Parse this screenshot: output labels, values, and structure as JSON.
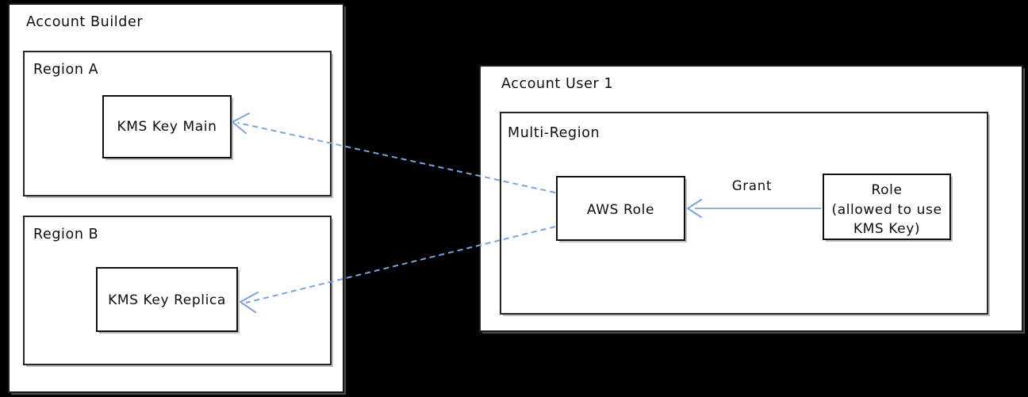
{
  "diagram": {
    "title": "AWS KMS Multi-Region Key Cross-Account Access",
    "background_color": "#000000",
    "panel_fill": "#ffffff",
    "accent_color": "#7ba3de",
    "line_color": "#1a1a1a"
  },
  "panels": [
    {
      "id": "account-builder",
      "label": "Account Builder",
      "groups": [
        {
          "id": "region-a",
          "label": "Region A",
          "nodes": [
            {
              "id": "kms-key-main",
              "label": "KMS Key Main"
            }
          ]
        },
        {
          "id": "region-b",
          "label": "Region B",
          "nodes": [
            {
              "id": "kms-key-replica",
              "label": "KMS Key Replica"
            }
          ]
        }
      ]
    },
    {
      "id": "account-user-1",
      "label": "Account User 1",
      "groups": [
        {
          "id": "multi-region",
          "label": "Multi-Region",
          "nodes": [
            {
              "id": "aws-role",
              "label": "AWS Role"
            },
            {
              "id": "granted-role",
              "label_lines": [
                "Role",
                "(allowed to use",
                "KMS Key)"
              ]
            }
          ]
        }
      ]
    }
  ],
  "connections": [
    {
      "id": "aws-role-to-kms-main",
      "label": "",
      "style": "dashed",
      "color": "#7ba3de",
      "from": "aws-role",
      "to": "kms-key-main"
    },
    {
      "id": "aws-role-to-kms-replica",
      "label": "",
      "style": "dashed",
      "color": "#7ba3de",
      "from": "aws-role",
      "to": "kms-key-replica"
    },
    {
      "id": "granted-role-to-aws-role",
      "label": "Grant",
      "style": "solid",
      "color": "#7ba3de",
      "from": "granted-role",
      "to": "aws-role"
    }
  ],
  "labels": {
    "account_builder": "Account Builder",
    "region_a": "Region A",
    "region_b": "Region B",
    "kms_key_main": "KMS Key Main",
    "kms_key_replica": "KMS Key Replica",
    "account_user_1": "Account User 1",
    "multi_region": "Multi-Region",
    "aws_role": "AWS Role",
    "granted_role_line1": "Role",
    "granted_role_line2": "(allowed to use",
    "granted_role_line3": "KMS Key)",
    "grant": "Grant"
  }
}
